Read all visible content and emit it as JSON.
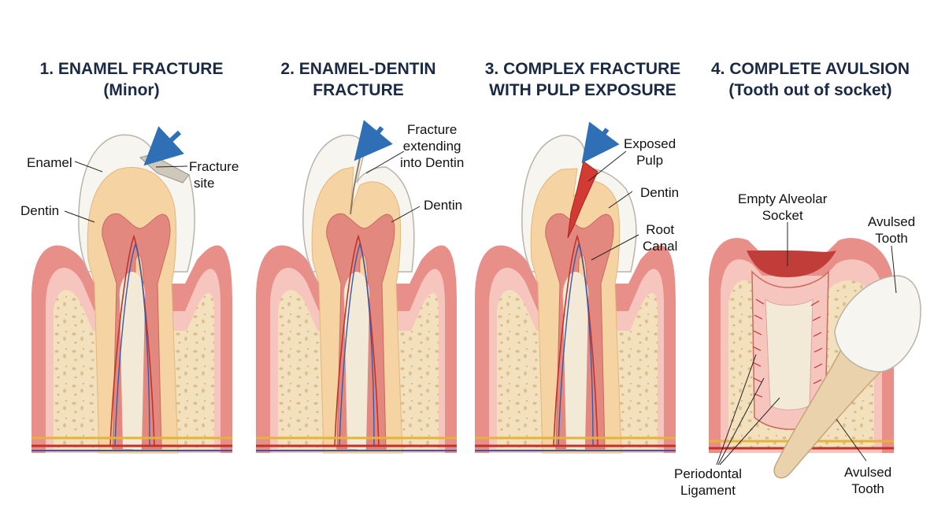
{
  "panels": [
    {
      "title_line1": "1. ENAMEL FRACTURE",
      "title_line2": "(Minor)",
      "labels": {
        "enamel": "Enamel",
        "fracture_site_1": "Fracture",
        "fracture_site_2": "site",
        "dentin": "Dentin"
      }
    },
    {
      "title_line1": "2. ENAMEL-DENTIN",
      "title_line2": "FRACTURE",
      "labels": {
        "fracture_1": "Fracture",
        "fracture_2": "extending",
        "fracture_3": "into Dentin",
        "dentin": "Dentin"
      }
    },
    {
      "title_line1": "3. COMPLEX FRACTURE",
      "title_line2": "WITH PULP EXPOSURE",
      "labels": {
        "exposed_1": "Exposed",
        "exposed_2": "Pulp",
        "dentin": "Dentin",
        "root_1": "Root",
        "root_2": "Canal"
      }
    },
    {
      "title_line1": "4. COMPLETE AVULSION",
      "title_line2": "(Tooth out of socket)",
      "labels": {
        "socket_1": "Empty Alveolar",
        "socket_2": "Socket",
        "avulsed_top_1": "Avulsed",
        "avulsed_top_2": "Tooth",
        "pdl_1": "Periodontal",
        "pdl_2": "Ligament",
        "avulsed_bottom_1": "Avulsed",
        "avulsed_bottom_2": "Tooth"
      }
    }
  ],
  "colors": {
    "title": "#1b2a44",
    "gum": "#e88f8a",
    "gum_light": "#f6c6be",
    "bone": "#f3e1bd",
    "dentin": "#f5d3a2",
    "enamel": "#f7f5ef",
    "pulp": "#e3887e",
    "blood": "#c0332b",
    "arrow": "#2f6fb5"
  }
}
